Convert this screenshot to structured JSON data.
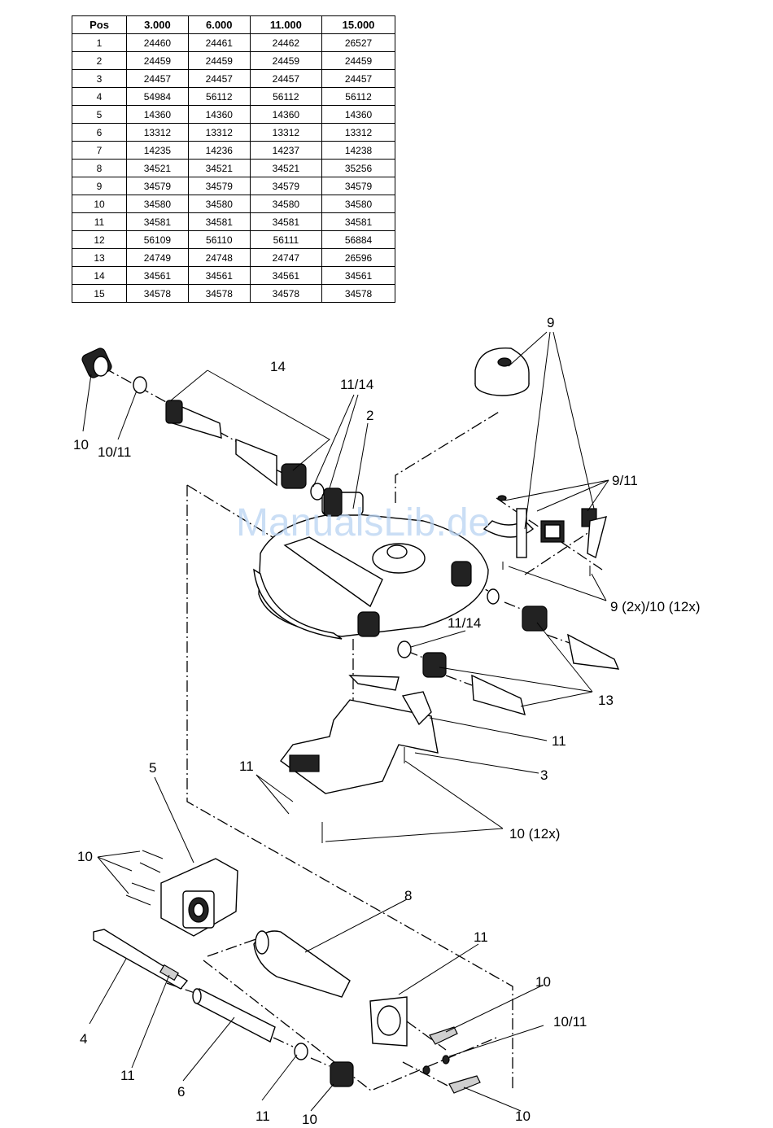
{
  "table": {
    "headers": [
      "Pos",
      "3.000",
      "6.000",
      "11.000",
      "15.000"
    ],
    "rows": [
      [
        "1",
        "24460",
        "24461",
        "24462",
        "26527"
      ],
      [
        "2",
        "24459",
        "24459",
        "24459",
        "24459"
      ],
      [
        "3",
        "24457",
        "24457",
        "24457",
        "24457"
      ],
      [
        "4",
        "54984",
        "56112",
        "56112",
        "56112"
      ],
      [
        "5",
        "14360",
        "14360",
        "14360",
        "14360"
      ],
      [
        "6",
        "13312",
        "13312",
        "13312",
        "13312"
      ],
      [
        "7",
        "14235",
        "14236",
        "14237",
        "14238"
      ],
      [
        "8",
        "34521",
        "34521",
        "34521",
        "35256"
      ],
      [
        "9",
        "34579",
        "34579",
        "34579",
        "34579"
      ],
      [
        "10",
        "34580",
        "34580",
        "34580",
        "34580"
      ],
      [
        "11",
        "34581",
        "34581",
        "34581",
        "34581"
      ],
      [
        "12",
        "56109",
        "56110",
        "56111",
        "56884"
      ],
      [
        "13",
        "24749",
        "24748",
        "24747",
        "26596"
      ],
      [
        "14",
        "34561",
        "34561",
        "34561",
        "34561"
      ],
      [
        "15",
        "34578",
        "34578",
        "34578",
        "34578"
      ]
    ]
  },
  "diagram": {
    "watermark": "ManualsLib.de",
    "callouts": {
      "c9_top": "9",
      "c14": "14",
      "c11_14_top": "11/14",
      "c2": "2",
      "c10_left": "10",
      "c10_11_left": "10/11",
      "c9_11": "9/11",
      "c9_2x_10_12x": "9 (2x)/10 (12x)",
      "c11_14_mid": "11/14",
      "c13": "13",
      "c11_mid": "11",
      "c3": "3",
      "c11_left": "11",
      "c10_12x": "10 (12x)",
      "c5": "5",
      "c10_motor": "10",
      "c8": "8",
      "c11_plate": "11",
      "c10_lever": "10",
      "c10_11_right": "10/11",
      "c4": "4",
      "c11_shaft": "11",
      "c6": "6",
      "c11_bottom": "11",
      "c10_bottom": "10",
      "c10_bottom_right": "10"
    }
  }
}
